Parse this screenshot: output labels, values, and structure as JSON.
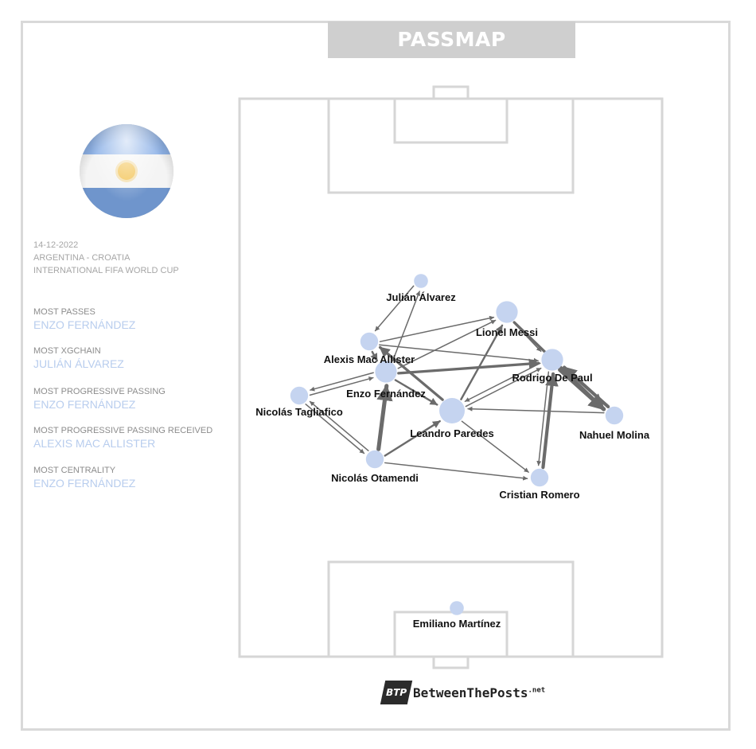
{
  "header": {
    "title": "PASSMAP"
  },
  "match": {
    "date": "14-12-2022",
    "fixture": "ARGENTINA - CROATIA",
    "competition": "INTERNATIONAL FIFA WORLD CUP"
  },
  "stats": [
    {
      "label": "MOST PASSES",
      "value": "ENZO FERNÁNDEZ"
    },
    {
      "label": "MOST XGCHAIN",
      "value": "JULIÁN ÁLVAREZ"
    },
    {
      "label": "MOST PROGRESSIVE PASSING",
      "value": "ENZO FERNÁNDEZ"
    },
    {
      "label": "MOST PROGRESSIVE PASSING RECEIVED",
      "value": "ALEXIS MAC ALLISTER"
    },
    {
      "label": "MOST CENTRALITY",
      "value": "ENZO FERNÁNDEZ"
    }
  ],
  "team_flag": "argentina-flag",
  "colors": {
    "node": "#c5d4f0",
    "edge": "#6b6b6b",
    "accent": "#b8cdee",
    "pitch_line": "#d6d6d6"
  },
  "players": [
    {
      "id": "alvarez",
      "name": "Julián Álvarez",
      "size": 2
    },
    {
      "id": "messi",
      "name": "Lionel Messi",
      "size": 4
    },
    {
      "id": "macallister",
      "name": "Alexis Mac Allister",
      "size": 3
    },
    {
      "id": "enzo",
      "name": "Enzo Fernández",
      "size": 4
    },
    {
      "id": "depaul",
      "name": "Rodrigo De Paul",
      "size": 4
    },
    {
      "id": "tagliafico",
      "name": "Nicolás Tagliafico",
      "size": 3
    },
    {
      "id": "paredes",
      "name": "Leandro Paredes",
      "size": 5
    },
    {
      "id": "molina",
      "name": "Nahuel Molina",
      "size": 3
    },
    {
      "id": "otamendi",
      "name": "Nicolás Otamendi",
      "size": 3
    },
    {
      "id": "romero",
      "name": "Cristian Romero",
      "size": 3
    },
    {
      "id": "martinez",
      "name": "Emiliano Martínez",
      "size": 2
    }
  ],
  "passes": [
    {
      "from": "otamendi",
      "to": "enzo",
      "weight": 5
    },
    {
      "from": "depaul",
      "to": "molina",
      "weight": 5
    },
    {
      "from": "molina",
      "to": "depaul",
      "weight": 4
    },
    {
      "from": "messi",
      "to": "molina",
      "weight": 3
    },
    {
      "from": "romero",
      "to": "depaul",
      "weight": 4
    },
    {
      "from": "enzo",
      "to": "depaul",
      "weight": 3
    },
    {
      "from": "paredes",
      "to": "macallister",
      "weight": 3
    },
    {
      "from": "paredes",
      "to": "messi",
      "weight": 2
    },
    {
      "from": "enzo",
      "to": "paredes",
      "weight": 2
    },
    {
      "from": "otamendi",
      "to": "paredes",
      "weight": 2
    },
    {
      "from": "macallister",
      "to": "enzo",
      "weight": 2
    },
    {
      "from": "tagliafico",
      "to": "otamendi",
      "weight": 1
    },
    {
      "from": "otamendi",
      "to": "tagliafico",
      "weight": 1
    },
    {
      "from": "tagliafico",
      "to": "enzo",
      "weight": 1
    },
    {
      "from": "enzo",
      "to": "tagliafico",
      "weight": 1
    },
    {
      "from": "depaul",
      "to": "paredes",
      "weight": 1
    },
    {
      "from": "paredes",
      "to": "depaul",
      "weight": 1
    },
    {
      "from": "depaul",
      "to": "romero",
      "weight": 1
    },
    {
      "from": "enzo",
      "to": "messi",
      "weight": 1
    },
    {
      "from": "macallister",
      "to": "depaul",
      "weight": 1
    },
    {
      "from": "otamendi",
      "to": "romero",
      "weight": 1
    },
    {
      "from": "paredes",
      "to": "romero",
      "weight": 1
    },
    {
      "from": "enzo",
      "to": "alvarez",
      "weight": 1
    },
    {
      "from": "alvarez",
      "to": "macallister",
      "weight": 1
    },
    {
      "from": "molina",
      "to": "paredes",
      "weight": 1
    },
    {
      "from": "messi",
      "to": "depaul",
      "weight": 1
    },
    {
      "from": "macallister",
      "to": "messi",
      "weight": 1
    }
  ],
  "footer": {
    "logo_text": "BetweenThePosts",
    "logo_tld": ".net",
    "logo_mark": "BTP"
  }
}
